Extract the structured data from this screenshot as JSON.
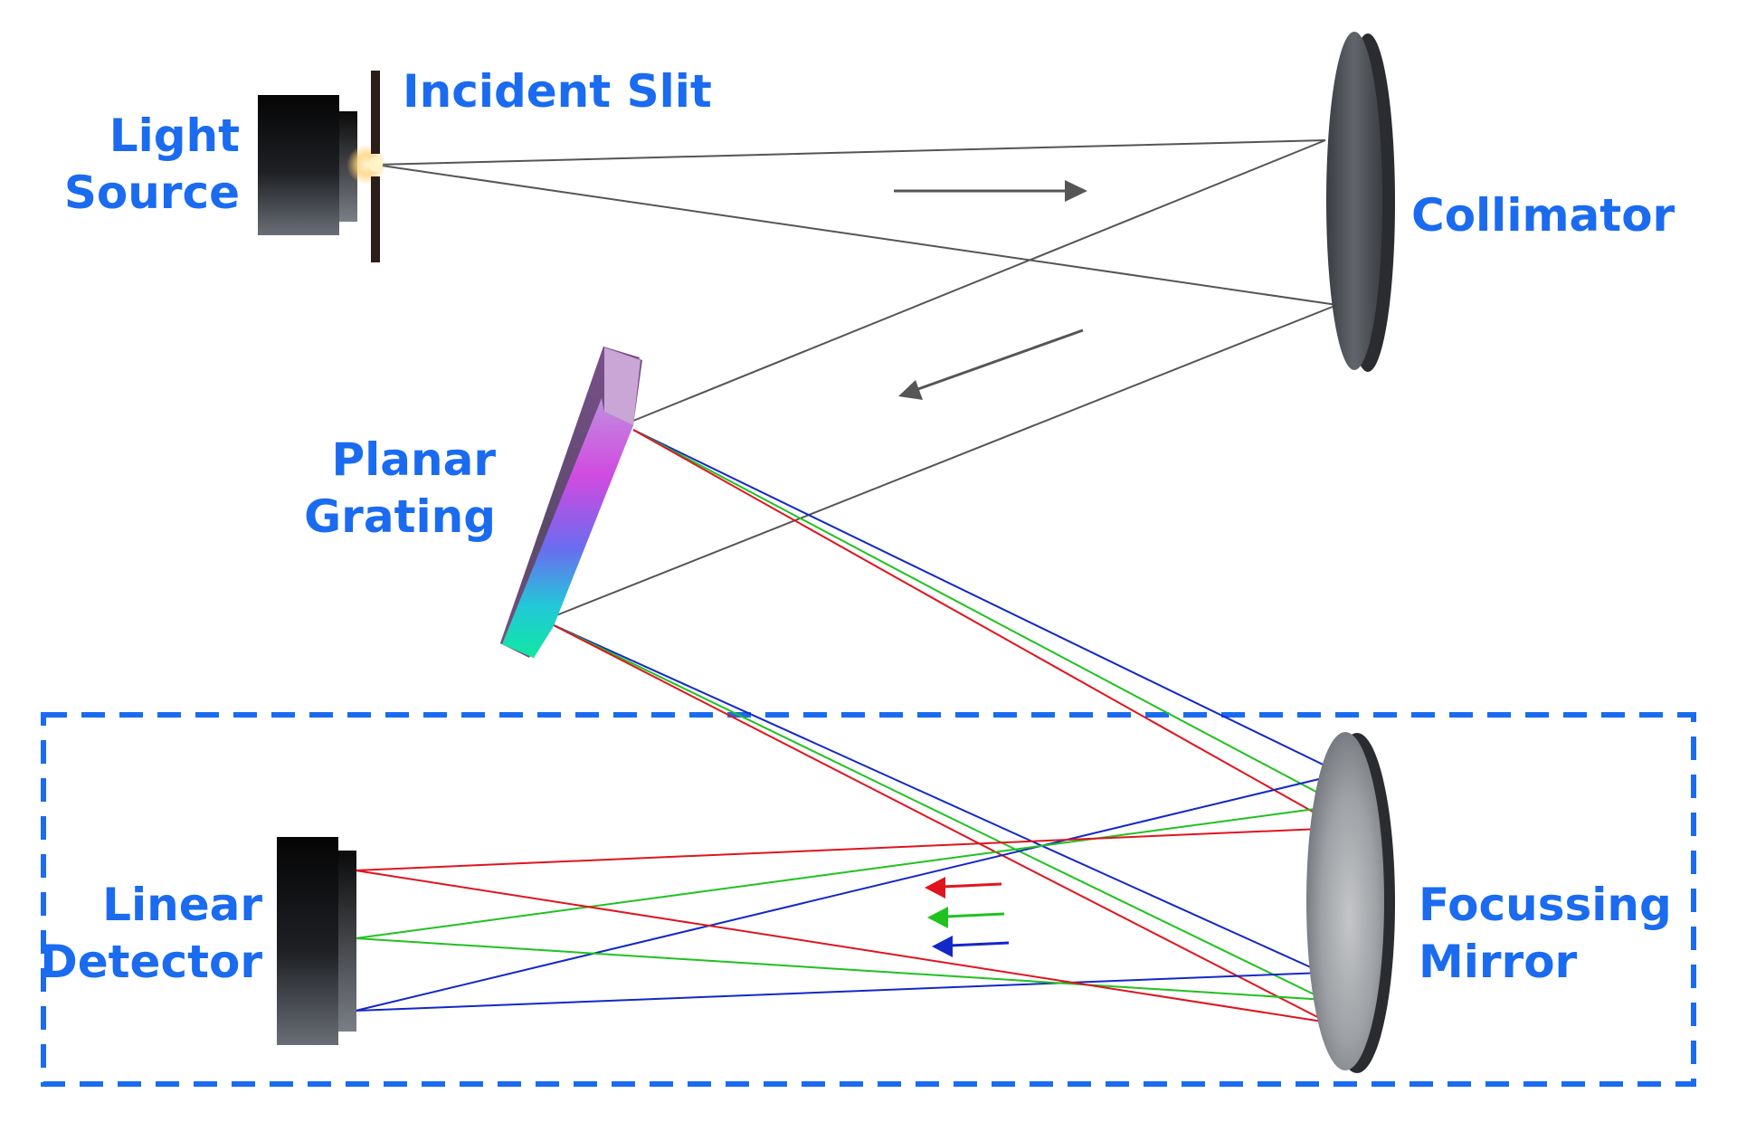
{
  "labels": {
    "light_source_line1": "Light",
    "light_source_line2": "Source",
    "incident_slit": "Incident Slit",
    "collimator": "Collimator",
    "planar_grating_line1": "Planar",
    "planar_grating_line2": "Grating",
    "linear_detector_line1": "Linear",
    "linear_detector_line2": "Detector",
    "focussing_mirror_line1": "Focussing",
    "focussing_mirror_line2": "Mirror"
  },
  "colors": {
    "label": "#1a6bf0",
    "ray_white": "#555555",
    "ray_red": "#e0141e",
    "ray_green": "#1fc21f",
    "ray_blue": "#1228c8",
    "dashed_box": "#1a6bf0"
  }
}
